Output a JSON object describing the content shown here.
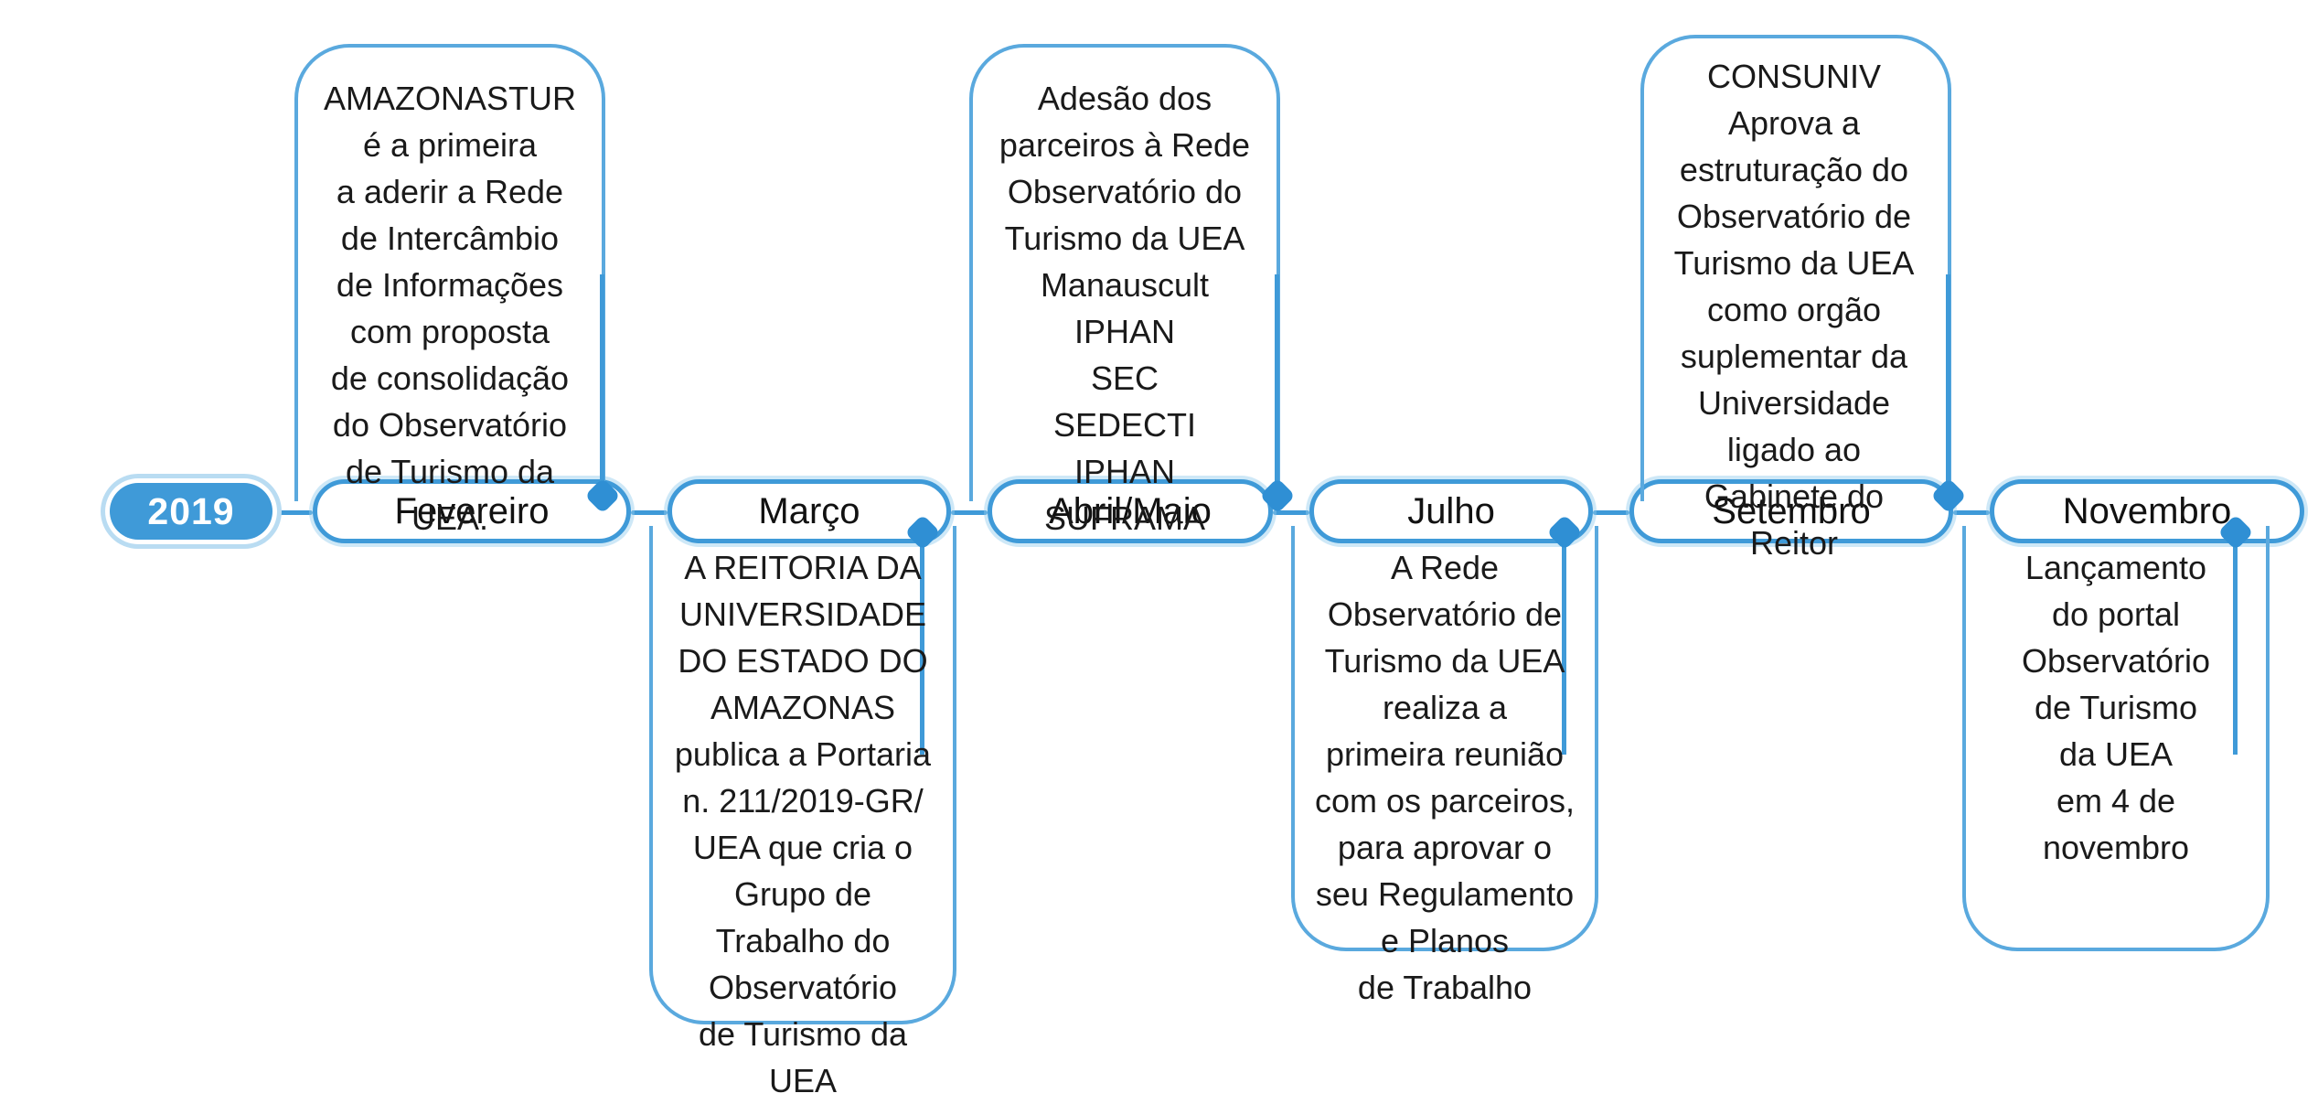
{
  "diagram": {
    "title_year": "2019",
    "accent_color": "#3f9ad8",
    "accent_light": "#b9dcf2",
    "text_color": "#1a1a1a",
    "background": "#ffffff",
    "type": "horizontal-timeline"
  },
  "milestones": [
    {
      "month": "Fevereiro",
      "position": "above",
      "text": "AMAZONASTUR\né a primeira\na aderir a Rede\nde Intercâmbio\nde Informações\ncom proposta\nde consolidação\ndo Observatório\nde Turismo da\nUEA."
    },
    {
      "month": "Março",
      "position": "below",
      "text": "A REITORIA DA\nUNIVERSIDADE\nDO ESTADO DO\nAMAZONAS\npublica a Portaria\nn.    211/2019-GR/\nUEA que cria o\nGrupo de\nTrabalho do\nObservatório\nde Turismo da\nUEA"
    },
    {
      "month": "Abril/Maio",
      "position": "above",
      "text": "Adesão dos\nparceiros à Rede\nObservatório do\nTurismo da UEA\nManauscult\nIPHAN\nSEC\nSEDECTI\nIPHAN\nSUFRAMA"
    },
    {
      "month": "Julho",
      "position": "below",
      "text": "A Rede\nObservatório de\nTurismo da UEA\nrealiza a\nprimeira reunião\ncom os parceiros,\npara aprovar o\nseu Regulamento\ne Planos\nde Trabalho"
    },
    {
      "month": "Setembro",
      "position": "above",
      "text": "CONSUNIV\nAprova a\nestruturação do\nObservatório de\nTurismo da UEA\ncomo orgão\nsuplementar da\nUniversidade\nligado ao\nGabinete do\nReitor"
    },
    {
      "month": "Novembro",
      "position": "below",
      "text": "Lançamento\ndo portal\nObservatório\nde Turismo\nda UEA\nem 4 de\nnovembro"
    }
  ]
}
